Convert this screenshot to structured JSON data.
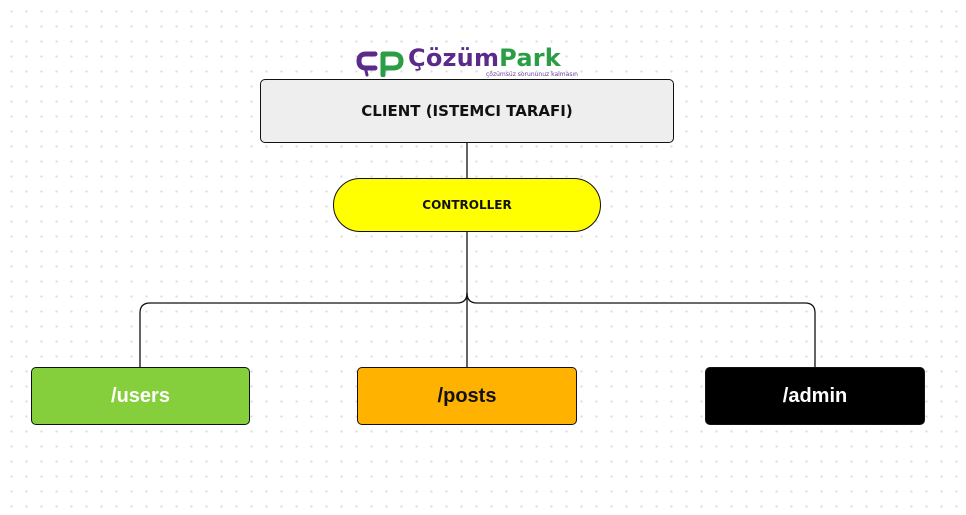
{
  "logo": {
    "word_part1": "Çözüm",
    "word_part2": "Park",
    "tagline": "çözümsüz sorununuz kalmasın",
    "colors": {
      "purple": "#5a2b8a",
      "green": "#2b9e45"
    }
  },
  "nodes": {
    "client": {
      "label": "CLIENT (ISTEMCI TARAFI)",
      "color": "#eeeeee"
    },
    "controller": {
      "label": "CONTROLLER",
      "color": "#ffff00"
    },
    "routes": [
      {
        "label": "/users",
        "color": "#84cf3b"
      },
      {
        "label": "/posts",
        "color": "#ffb300"
      },
      {
        "label": "/admin",
        "color": "#000000"
      }
    ]
  }
}
